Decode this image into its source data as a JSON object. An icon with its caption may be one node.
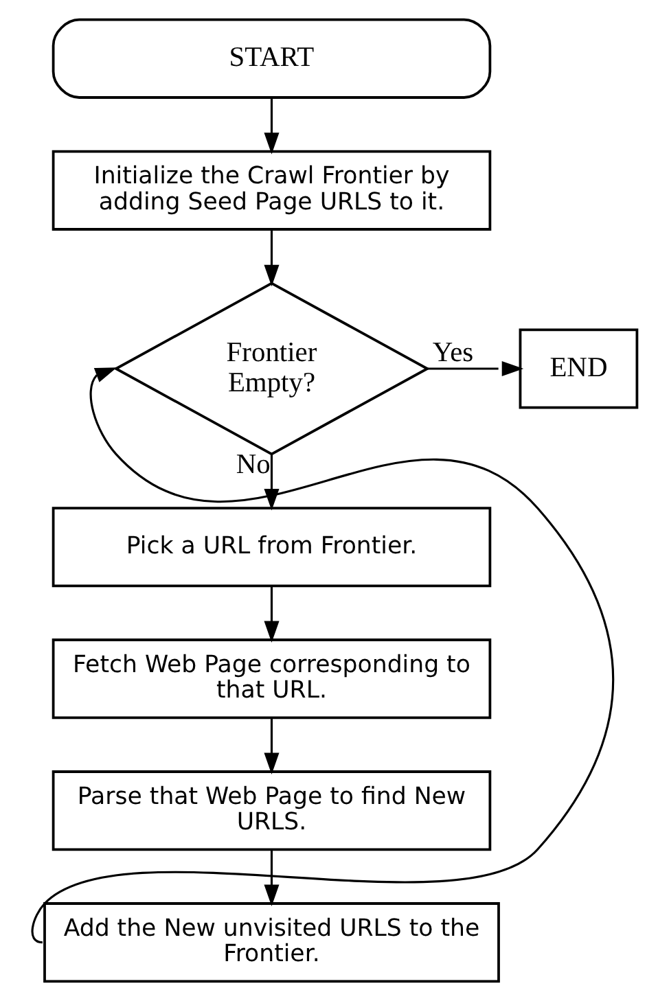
{
  "diagram": {
    "nodes": [
      {
        "text": [
          "START"
        ]
      },
      {
        "text": [
          "Initialize the Crawl Frontier by adding Seed Page URLS to it."
        ]
      },
      {
        "text": [
          "Frontier Empty?"
        ]
      },
      {
        "text": [
          "END"
        ]
      },
      {
        "text": [
          "Pick a URL from Frontier."
        ]
      },
      {
        "text": [
          "Fetch Web Page corresponding to that URL."
        ]
      },
      {
        "text": [
          "Parse that Web Page to find New URLS."
        ]
      },
      {
        "text": [
          "Add the New unvisited URLS to the Frontier."
        ]
      }
    ],
    "edges": [
      {
        "from": 0,
        "to": 1,
        "arrow": "to"
      },
      {
        "from": 1,
        "to": 2,
        "arrow": "to"
      },
      {
        "from": 2,
        "to": 3,
        "arrow": "to",
        "label": "Yes"
      },
      {
        "from": 2,
        "to": 4,
        "arrow": "to",
        "label": "No"
      },
      {
        "from": 4,
        "to": 5,
        "arrow": "to"
      },
      {
        "from": 5,
        "to": 6,
        "arrow": "to"
      },
      {
        "from": 6,
        "to": 7,
        "arrow": "to"
      },
      {
        "from": 7,
        "to": 2,
        "arrow": "to"
      }
    ]
  }
}
